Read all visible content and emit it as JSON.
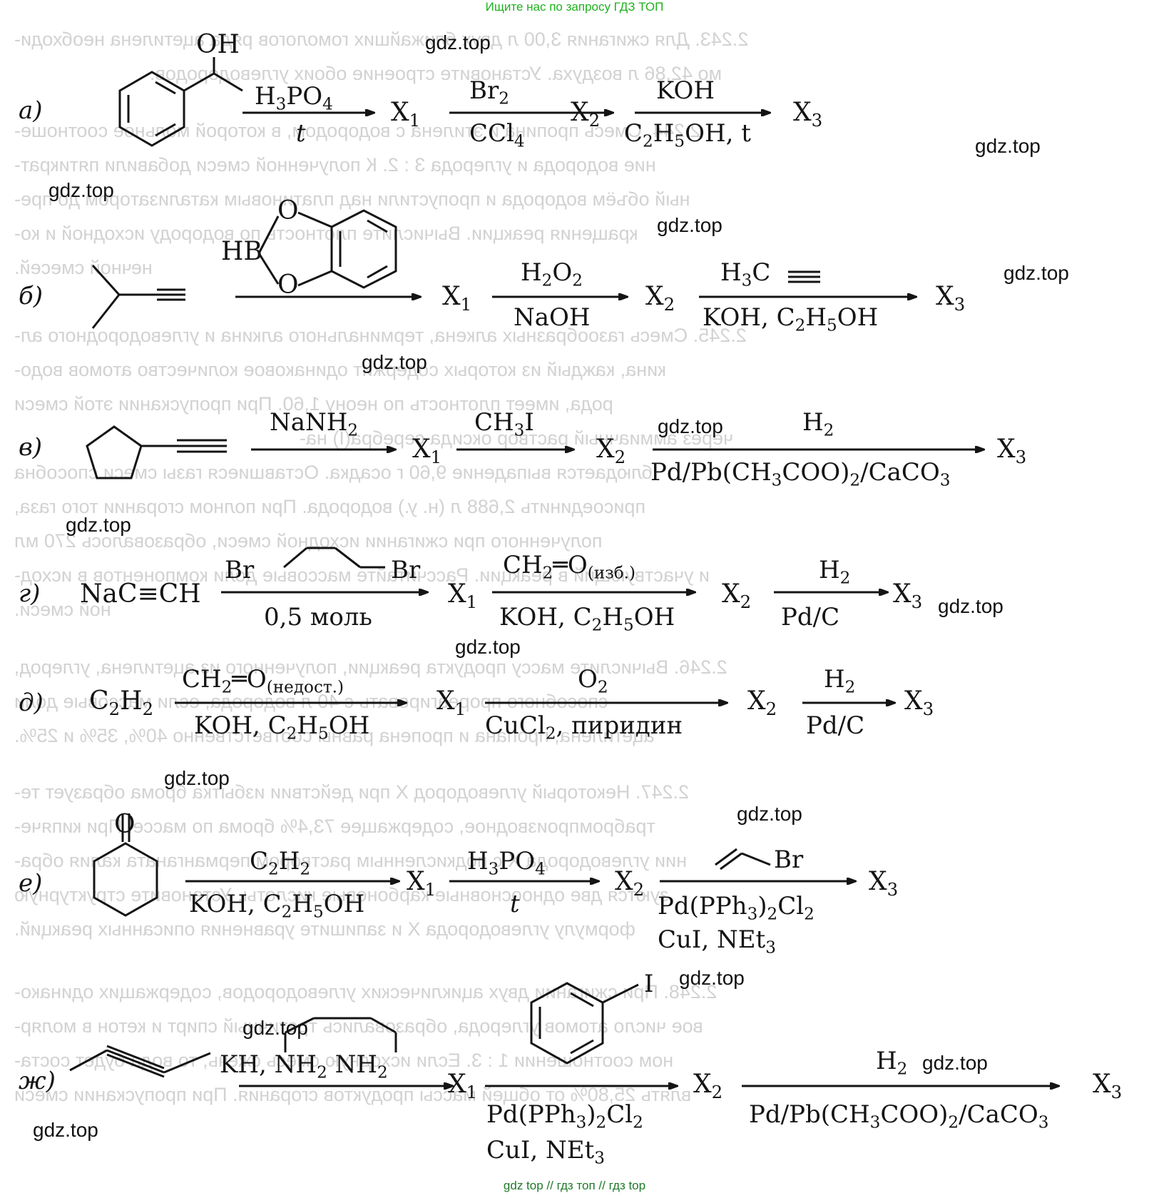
{
  "header": "Ищите нас по запросу ГДЗ ТОП",
  "footer": "gdz top  //  гдз топ  //  гдз top",
  "watermark": "gdz.top",
  "background_text": [
    "2.243. Для сжигания 3,00 л двух ближайших гомологов ряда ацетилена необходи-",
    "мо 42,86 л воздуха. Установите строение обоих углеводородов.",
    "2.244. Смесь пропина и этилена с водородом, в которой мольное соотноше-",
    "ние водорода и углерода 3 : 2. К полученной смеси добавили пятикрат-",
    "ный объём водорода и пропустили над платиновым катализатором до пре-",
    "кращения реакции. Вычислите плотность по водороду исходной и ко-",
    "нечной смесей.",
    "2.245. Смесь газообразных алкена, терминального алкина и углеводородного ал-",
    "кина, каждый из которых содержит одинаковое количество атомов водо-",
    "рода, имеет плотность по неону 1,60. При пропускании этой смеси",
    "через аммиачный раствор оксида серебра(I) на-",
    "блюдается выпадение 9,60 г осадка. Оставшиеся газы смеси способна",
    "присоединить 2,688 л (н. у.) водорода. При полном сгорании того газа,",
    "полученного при сжигании исходной смеси, образовалось 270 мл",
    "и участвующий в реакции. Рассчитайте массовые доли компонентов в исход-",
    "ной смеси.",
    "2.246. Вычислите массу продукта реакции, полученного из ацетилена, углерод,",
    "способного прореагировать с 40 л водорода, если массовые доли",
    "ацетилена, пропана и пропена равны соответственно 40%, 35% и 25%.",
    "2.247. Некоторый углеводород Х при действии избытка брома образует те-",
    "трабромпроизводное, содержащее 73,4% брома по массе. При кипяче-",
    "нии углеводорода Х с подкисленным раствором перманганата калия обра-",
    "зуются две одноосновные карбоновые кислоты. Установите структурную",
    "формулу углеводорода Х и запишите уравнения описанных реакций.",
    "2.248. При сжигании двух ациклических углеводородов, содержащих одинако-",
    "вое число атомов углерода, образовались третичный спирт и кетон в моляр-",
    "ном соотношении 1 : 3. Если исходную смесь сжечь, то вода будет соста-",
    "влять 25,80% от общей массы продуктов сгорания. При пропускании смеси"
  ],
  "labels": {
    "a": "а)",
    "b": "б)",
    "v": "в)",
    "g": "г)",
    "d": "д)",
    "e": "е)",
    "zh": "ж)"
  },
  "text": {
    "OH": "OH",
    "O": "O",
    "HB": "HB",
    "H3C": "H₃C",
    "Br": "Br",
    "I": "I",
    "NaC≡CH": "NaC≡CH",
    "C2H2": "C₂H₂"
  },
  "reagents": {
    "a1_top": "H₃PO₄",
    "a1_bot": "t",
    "a2_top": "Br₂",
    "a2_bot": "CCl₄",
    "a3_top": "KOH",
    "a3_bot": "C₂H₅OH, t",
    "b2_top": "H₂O₂",
    "b2_bot": "NaOH",
    "b3_bot": "KOH, C₂H₅OH",
    "v1_top": "NaNH₂",
    "v2_top": "CH₃I",
    "v3_top": "H₂",
    "v3_bot": "Pd/Pb(CH₃COO)₂/CaCO₃",
    "g1_bot": "0,5 моль",
    "g2_top": "CH₂═O(изб.)",
    "g2_bot": "KOH, C₂H₅OH",
    "g3_top": "H₂",
    "g3_bot": "Pd/C",
    "d1_top": "CH₂═O(недост.)",
    "d1_bot": "KOH,  C₂H₅OH",
    "d2_top": "O₂",
    "d2_bot": "CuCl₂, пиридин",
    "d3_top": "H₂",
    "d3_bot": "Pd/C",
    "e1_top": "C₂H₂",
    "e1_bot": "KOH, C₂H₅OH",
    "e2_top": "H₃PO₄",
    "e2_bot": "t",
    "e3_bot1": "Pd(PPh₃)₂Cl₂",
    "e3_bot2": "CuI, NEt₃",
    "zh1_top": "KH, NH₂  NH₂",
    "zh2_bot1": "Pd(PPh₃)₂Cl₂",
    "zh2_bot2": "CuI, NEt₃",
    "zh3_top": "H₂",
    "zh3_bot": "Pd/Pb(CH₃COO)₂/CaCO₃"
  },
  "products": {
    "X1": "X₁",
    "X2": "X₂",
    "X3": "X₃"
  }
}
